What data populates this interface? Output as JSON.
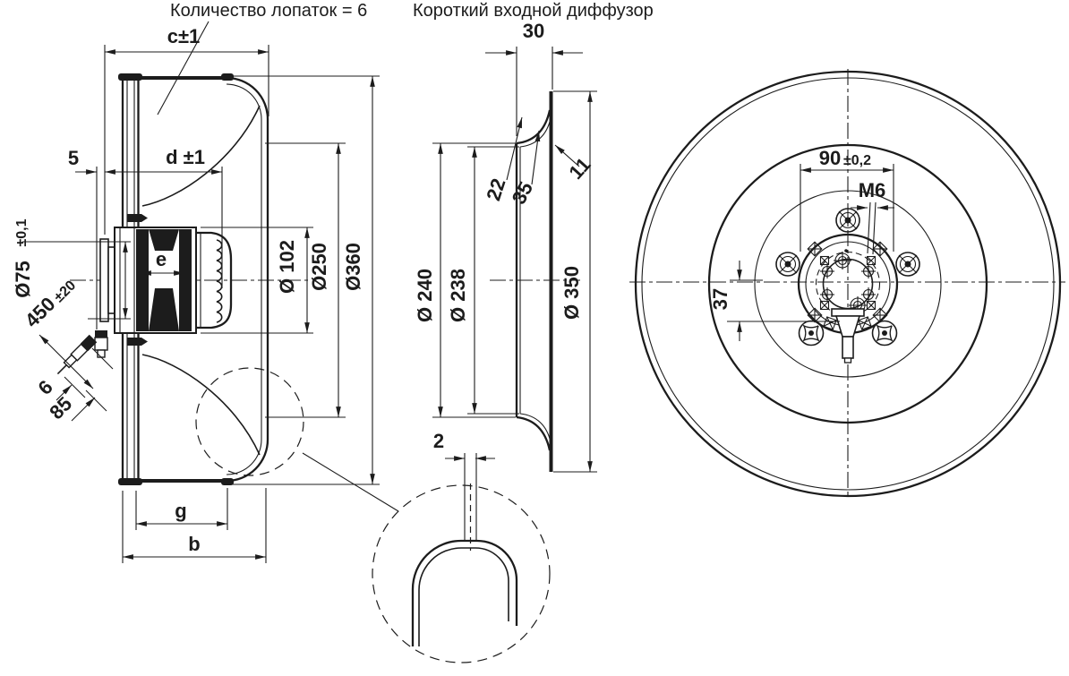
{
  "titles": {
    "blades": "Количество лопаток = 6",
    "diffuser": "Короткий входной диффузор"
  },
  "left_view": {
    "width_c": "c±1",
    "width_d": "d ±1",
    "gap_5": "5",
    "motor_e": "e",
    "spigot_dia": "Ø75",
    "spigot_tol": "±0,1",
    "cable_len": "450",
    "cable_len_tol": "±20",
    "cable_dia": "6",
    "cable_free": "85",
    "width_g": "g",
    "width_b": "b",
    "dia_102": "Ø 102",
    "dia_250": "Ø250",
    "dia_360": "Ø360"
  },
  "middle_view": {
    "depth_30": "30",
    "lip_22": "22",
    "lip_35": "35",
    "lip_11": "11",
    "dia_240": "Ø 240",
    "dia_238": "Ø 238",
    "dia_350": "Ø 350",
    "gap_2": "2"
  },
  "right_view": {
    "bolt_circle": "90",
    "bolt_circle_tol": "±0,2",
    "thread": "M6",
    "offset_37": "37"
  }
}
